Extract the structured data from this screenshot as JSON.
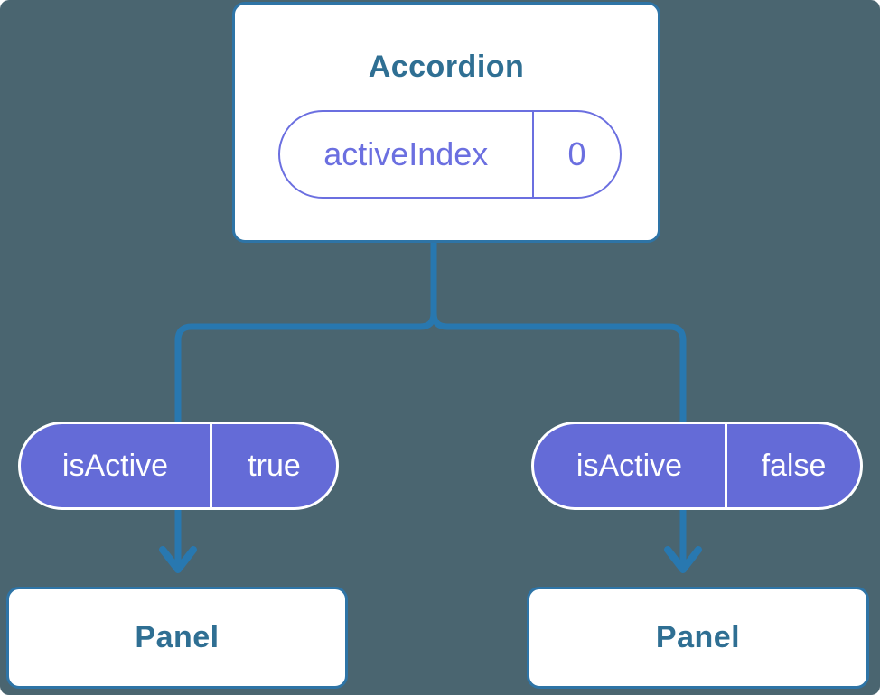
{
  "colors": {
    "background": "#4a6570",
    "card_border": "#2e74a6",
    "heading_text": "#2f6f93",
    "connector_blue": "#2878b0",
    "pill_purple_fill": "#646bd7",
    "pill_purple_outline": "#6b6fe0",
    "pill_text_light": "#ffffff"
  },
  "tree": {
    "root": {
      "label": "Accordion",
      "state": {
        "name": "activeIndex",
        "value": "0"
      }
    },
    "props": [
      {
        "name": "isActive",
        "value": "true"
      },
      {
        "name": "isActive",
        "value": "false"
      }
    ],
    "children": [
      {
        "label": "Panel"
      },
      {
        "label": "Panel"
      }
    ]
  }
}
